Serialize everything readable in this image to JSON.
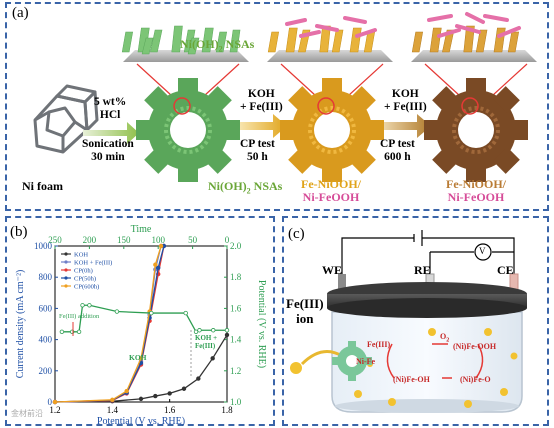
{
  "panel_a": {
    "label": "(a)",
    "ni_foam": "Ni foam",
    "step1": [
      "5 wt%",
      "HCl",
      "Sonication",
      "30 min"
    ],
    "nsa_label": {
      "main": "Ni(OH)",
      "sub": "2",
      "rest": " NSAs"
    },
    "step2": [
      "KOH",
      "+ Fe(III)",
      "CP test",
      "50 h"
    ],
    "product1": [
      "Fe-NiOOH/",
      "Ni-FeOOH"
    ],
    "step3": [
      "KOH",
      "+ Fe(III)",
      "CP test",
      "600 h"
    ],
    "product2": [
      "Fe-NiOOH/",
      "Ni-FeOOH"
    ],
    "colors": {
      "green": "#6aa637",
      "orange": "#e0a318",
      "pink": "#d64c98",
      "brown": "#8a5a2b"
    }
  },
  "panel_b": {
    "label": "(b)",
    "annotation_fe": "Fe(III) addition",
    "annotation_koh": "KOH",
    "annotation_kohfe": [
      "KOH +",
      "Fe(III)"
    ],
    "watermark": "金材前沿",
    "chart_data": {
      "type": "line",
      "xlabel": "Potential (V vs. RHE)",
      "ylabel": "Current density (mA cm⁻²)",
      "ylabel_right": "Potential (V vs. RHE)",
      "xlabel_top": "Time",
      "xlim": [
        1.2,
        1.8
      ],
      "ylim": [
        0,
        1000
      ],
      "xticks": [
        "1.2",
        "1.4",
        "1.6",
        "1.8"
      ],
      "yticks": [
        "0",
        "200",
        "400",
        "600",
        "800",
        "1000"
      ],
      "ylim_right": [
        1.0,
        2.0
      ],
      "yticks_right": [
        "1.0",
        "1.2",
        "1.4",
        "1.6",
        "1.8",
        "2.0"
      ],
      "xlim_top": [
        250,
        0
      ],
      "xticks_top": [
        "250",
        "200",
        "150",
        "100",
        "50",
        "0"
      ],
      "legend_position": "top-left",
      "series": [
        {
          "name": "KOH",
          "color": "#333333",
          "x": [
            1.2,
            1.4,
            1.5,
            1.55,
            1.6,
            1.65,
            1.7,
            1.75,
            1.8
          ],
          "y": [
            0,
            5,
            20,
            38,
            55,
            85,
            150,
            280,
            430
          ]
        },
        {
          "name": "KOH + Fe(III)",
          "color": "#6f7fc8",
          "x": [
            1.2,
            1.4,
            1.45,
            1.5,
            1.53,
            1.55,
            1.57
          ],
          "y": [
            0,
            10,
            60,
            260,
            560,
            850,
            1000
          ]
        },
        {
          "name": "CP(0h)",
          "color": "#e53935",
          "x": [
            1.2,
            1.4,
            1.45,
            1.5,
            1.53,
            1.56,
            1.58
          ],
          "y": [
            0,
            10,
            55,
            240,
            520,
            820,
            1000
          ]
        },
        {
          "name": "CP(50h)",
          "color": "#1e4fa5",
          "x": [
            1.2,
            1.4,
            1.45,
            1.5,
            1.53,
            1.56,
            1.58
          ],
          "y": [
            0,
            12,
            60,
            250,
            540,
            860,
            1000
          ]
        },
        {
          "name": "CP(600h)",
          "color": "#f0a020",
          "x": [
            1.2,
            1.4,
            1.45,
            1.5,
            1.53,
            1.55,
            1.57
          ],
          "y": [
            0,
            14,
            70,
            280,
            580,
            880,
            1000
          ]
        },
        {
          "name": "CP potential",
          "color": "#2e9e52",
          "axis": "right",
          "x_time": [
            240,
            225,
            215,
            210,
            200,
            160,
            110,
            60,
            45,
            40,
            20,
            0
          ],
          "y": [
            1.45,
            1.45,
            1.45,
            1.62,
            1.62,
            1.58,
            1.57,
            1.57,
            1.45,
            1.46,
            1.46,
            1.46
          ]
        }
      ]
    }
  },
  "panel_c": {
    "label": "(c)",
    "we": "WE",
    "re": "RE",
    "ce": "CE",
    "meter": "V",
    "fe_ion": [
      "Fe(III)",
      "ion"
    ],
    "chem": {
      "fe_iii": "Fe(III)",
      "ni_fe": "Ni-Fe",
      "o2": "O",
      "o2_sub": "2",
      "ni_fe_ooh": "(Ni)Fe-OOH",
      "ni_fe_oh": "(Ni)Fe-OH",
      "ni_fe_o": "(Ni)Fe-O"
    }
  }
}
